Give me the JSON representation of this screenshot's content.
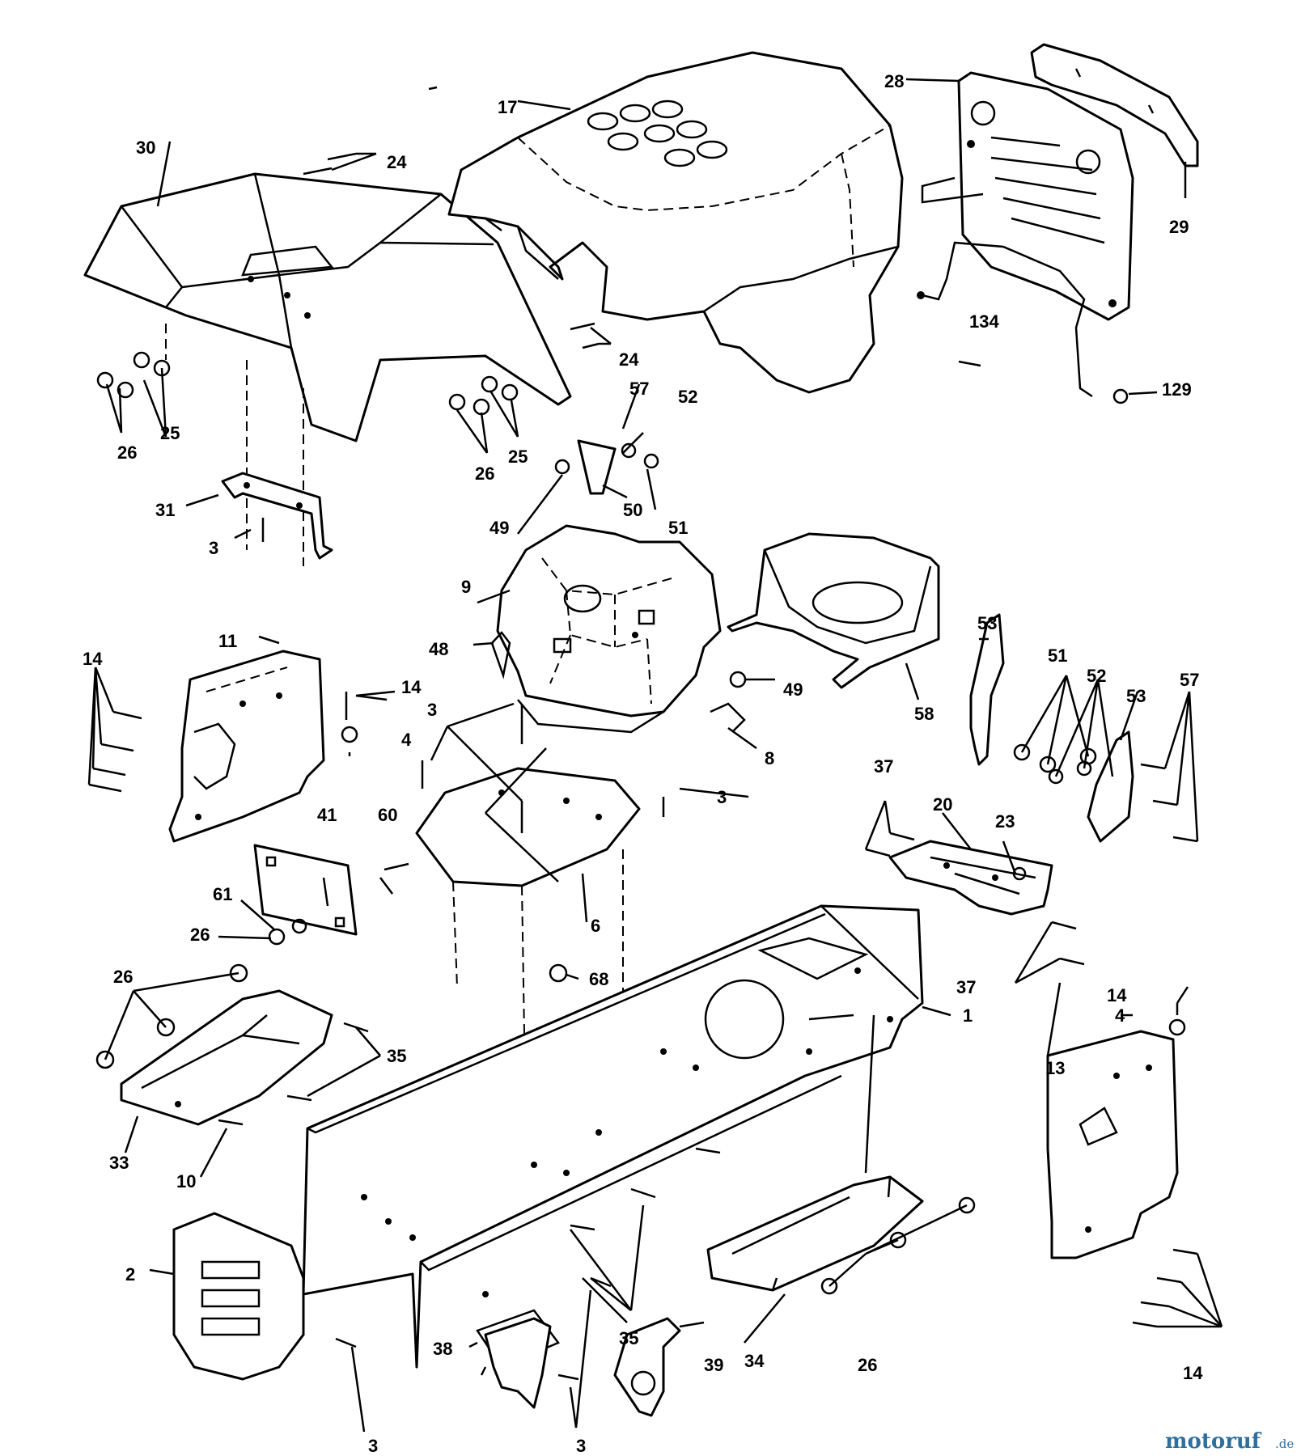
{
  "diagram": {
    "callouts": {
      "c1": "1",
      "c2": "2",
      "c3a": "3",
      "c3b": "3",
      "c3c": "3",
      "c3d": "3",
      "c3e": "3",
      "c4a": "4",
      "c4b": "4",
      "c6": "6",
      "c8": "8",
      "c9": "9",
      "c10": "10",
      "c11": "11",
      "c13": "13",
      "c14a": "14",
      "c14b": "14",
      "c14c": "14",
      "c14d": "14",
      "c17": "17",
      "c20": "20",
      "c23": "23",
      "c24a": "24",
      "c24b": "24",
      "c25a": "25",
      "c25b": "25",
      "c26a": "26",
      "c26b": "26",
      "c26c": "26",
      "c26d": "26",
      "c26e": "26",
      "c28": "28",
      "c29": "29",
      "c30": "30",
      "c31": "31",
      "c33": "33",
      "c34": "34",
      "c35a": "35",
      "c35b": "35",
      "c37a": "37",
      "c37b": "37",
      "c38": "38",
      "c39": "39",
      "c41": "41",
      "c48": "48",
      "c49a": "49",
      "c49b": "49",
      "c50": "50",
      "c51a": "51",
      "c51b": "51",
      "c52a": "52",
      "c52b": "52",
      "c53a": "53",
      "c53b": "53",
      "c57a": "57",
      "c57b": "57",
      "c58": "58",
      "c60": "60",
      "c61": "61",
      "c68": "68",
      "c129": "129",
      "c134": "134"
    },
    "watermark": {
      "brand": "motoruf",
      "suffix": ".de"
    }
  }
}
